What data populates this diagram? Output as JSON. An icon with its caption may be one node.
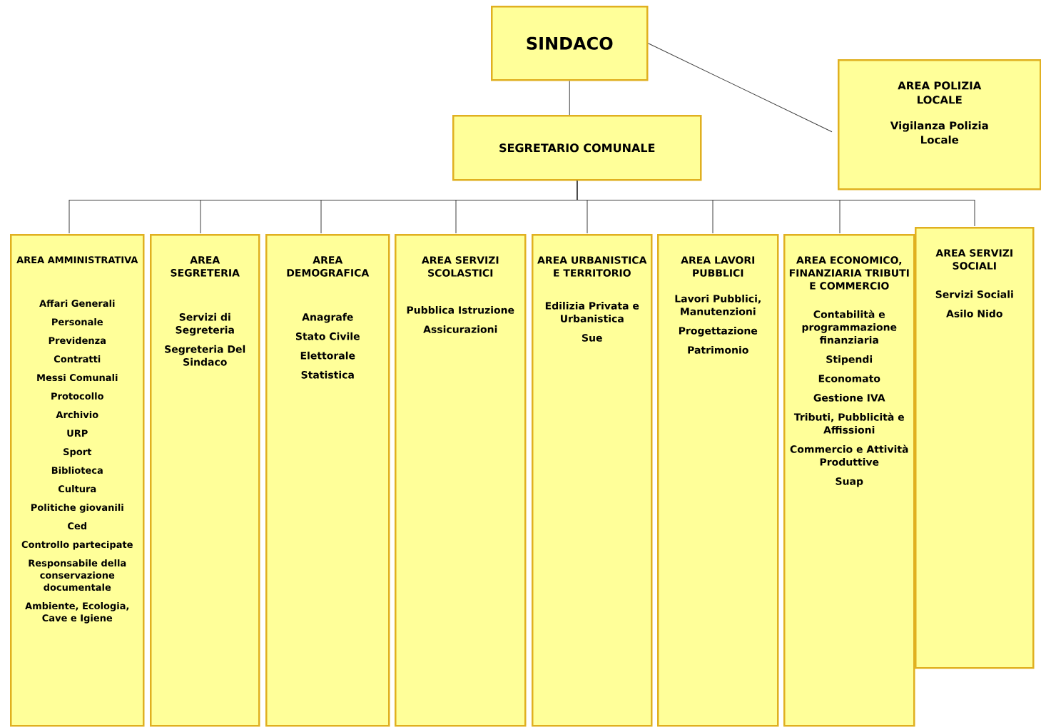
{
  "diagram": {
    "nodes": [
      {
        "text": [
          "SINDACO"
        ]
      },
      {
        "text": [
          "SEGRETARIO COMUNALE"
        ]
      },
      {
        "text": [
          "AREA POLIZIA LOCALE",
          "Vigilanza Polizia Locale"
        ]
      },
      {
        "text": [
          "AREA AMMINISTRATIVA",
          "Affari Generali",
          "Personale",
          "Previdenza",
          "Contratti",
          "Messi Comunali",
          "Protocollo",
          "Archivio",
          "URP",
          "Sport",
          "Biblioteca",
          "Cultura",
          "Politiche giovanili",
          "Ced",
          "Controllo partecipate",
          "Responsabile della conservazione documentale",
          "Ambiente, Ecologia, Cave e Igiene"
        ]
      },
      {
        "text": [
          "AREA SEGRETERIA",
          "Servizi di Segreteria",
          "Segreteria Del Sindaco"
        ]
      },
      {
        "text": [
          "AREA DEMOGRAFICA",
          "Anagrafe",
          "Stato Civile",
          "Elettorale",
          "Statistica"
        ]
      },
      {
        "text": [
          "AREA SERVIZI SCOLASTICI",
          "Pubblica Istruzione",
          "Assicurazioni"
        ]
      },
      {
        "text": [
          "AREA URBANISTICA E TERRITORIO",
          "Edilizia Privata e Urbanistica",
          "Sue"
        ]
      },
      {
        "text": [
          "AREA LAVORI PUBBLICI",
          "Lavori Pubblici, Manutenzioni",
          "Progettazione",
          "Patrimonio"
        ]
      },
      {
        "text": [
          "AREA ECONOMICO, FINANZIARIA TRIBUTI E COMMERCIO",
          "Contabilità e programmazione finanziaria",
          "Stipendi",
          "Economato",
          "Gestione IVA",
          "Tributi, Pubblicità e Affissioni",
          "Commercio e Attività Produttive",
          "Suap"
        ]
      },
      {
        "text": [
          "AREA SERVIZI SOCIALI",
          "Servizi Sociali",
          "Asilo Nido"
        ]
      }
    ],
    "edges": [
      {
        "from": 0,
        "to": 1,
        "arrow": "none"
      },
      {
        "from": 0,
        "to": 2,
        "arrow": "none"
      },
      {
        "from": 1,
        "to": 3,
        "arrow": "none"
      },
      {
        "from": 1,
        "to": 4,
        "arrow": "none"
      },
      {
        "from": 1,
        "to": 5,
        "arrow": "none"
      },
      {
        "from": 1,
        "to": 6,
        "arrow": "none"
      },
      {
        "from": 1,
        "to": 7,
        "arrow": "none"
      },
      {
        "from": 1,
        "to": 8,
        "arrow": "none"
      },
      {
        "from": 1,
        "to": 9,
        "arrow": "none"
      },
      {
        "from": 1,
        "to": 10,
        "arrow": "none"
      }
    ]
  }
}
